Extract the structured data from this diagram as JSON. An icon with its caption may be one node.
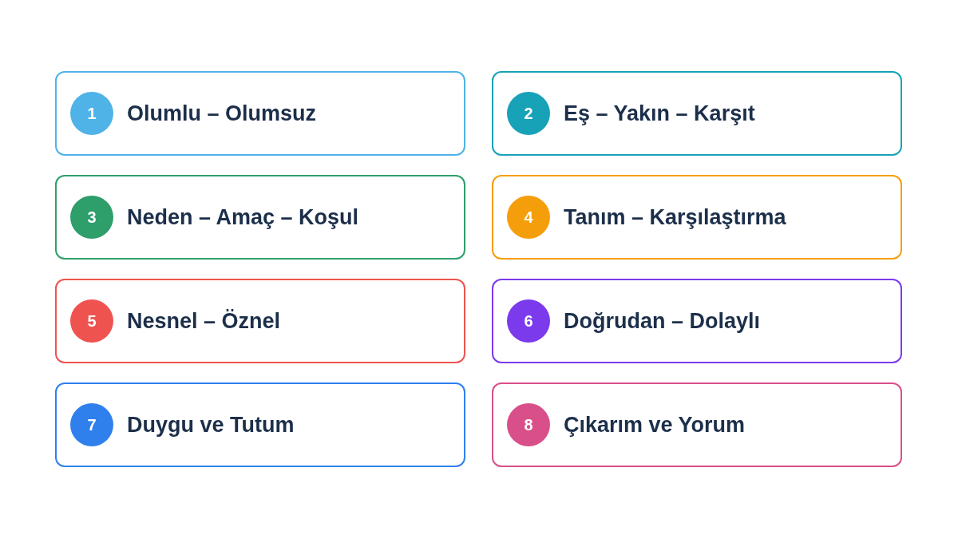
{
  "diagram": {
    "nodes": [
      {
        "text": [
          "Olumlu – Olumsuz"
        ]
      },
      {
        "text": [
          "1"
        ],
        "in": 0
      },
      {
        "text": [
          "Eş – Yakın – Karşıt"
        ]
      },
      {
        "text": [
          "2"
        ],
        "in": 2
      },
      {
        "text": [
          "Neden – Amaç – Koşul"
        ]
      },
      {
        "text": [
          "3"
        ],
        "in": 4
      },
      {
        "text": [
          "Tanım – Karşılaştırma"
        ]
      },
      {
        "text": [
          "4"
        ],
        "in": 6
      },
      {
        "text": [
          "Nesnel – Öznel"
        ]
      },
      {
        "text": [
          "5"
        ],
        "in": 8
      },
      {
        "text": [
          "Doğrudan – Dolaylı"
        ]
      },
      {
        "text": [
          "6"
        ],
        "in": 10
      },
      {
        "text": [
          "Duygu ve Tutum"
        ]
      },
      {
        "text": [
          "7"
        ],
        "in": 12
      },
      {
        "text": [
          "Çıkarım ve Yorum"
        ]
      },
      {
        "text": [
          "8"
        ],
        "in": 14
      }
    ]
  }
}
